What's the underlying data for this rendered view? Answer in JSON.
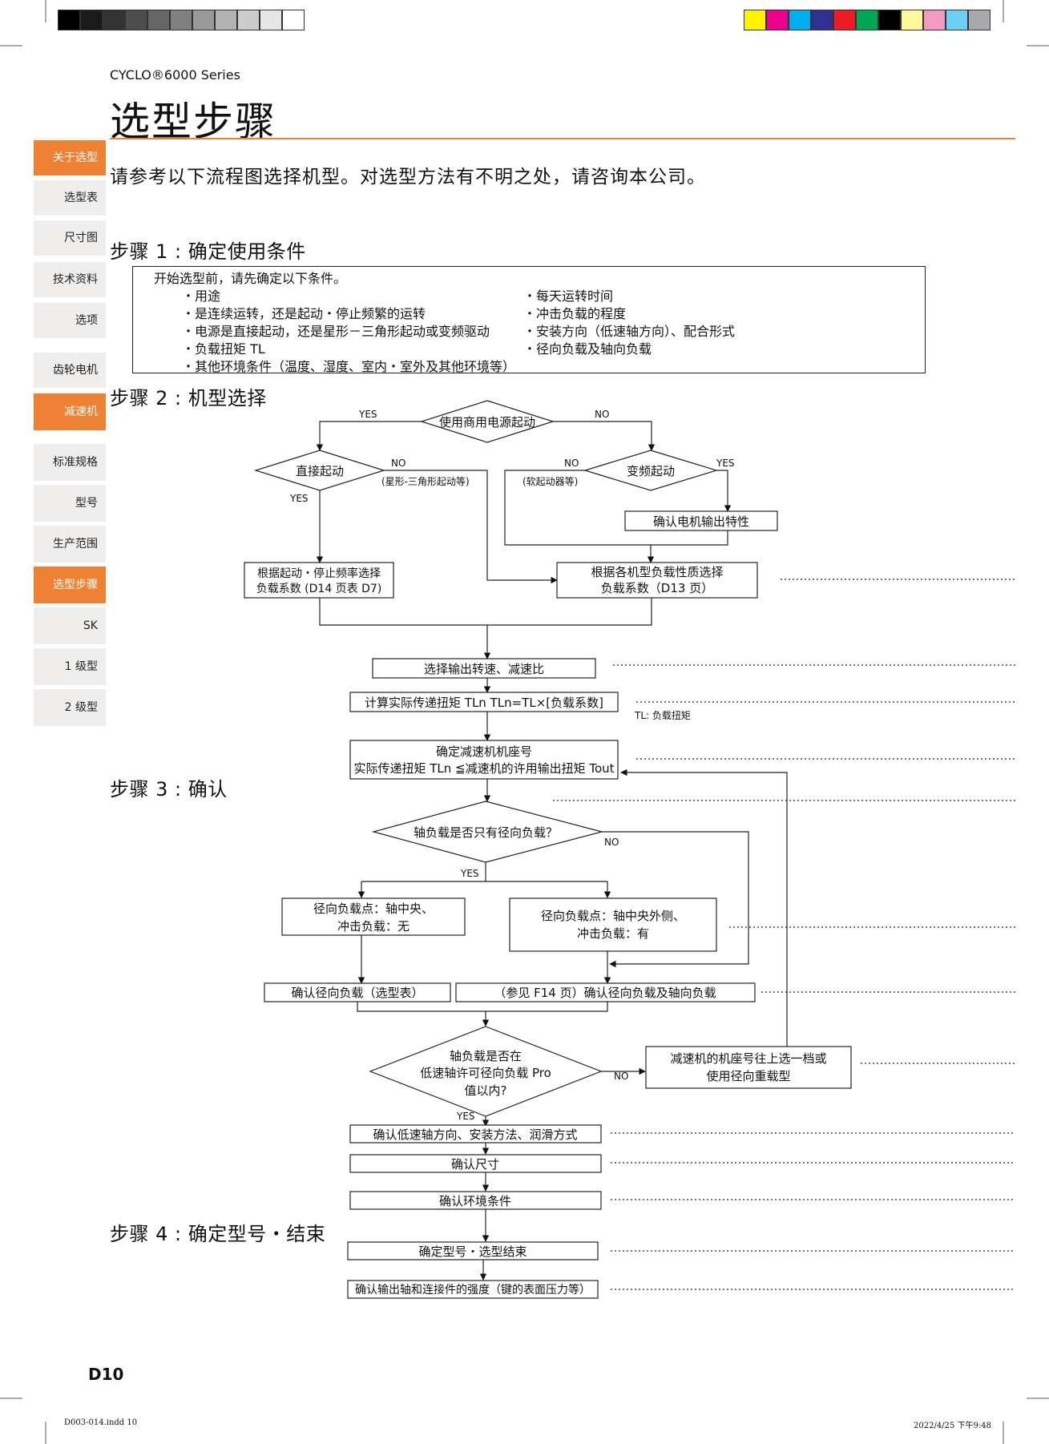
{
  "header": {
    "series": "CYCLO®6000 Series",
    "title": "选型步骤",
    "intro": "请参考以下流程图选择机型。对选型方法有不明之处，请咨询本公司。"
  },
  "sidebar": {
    "items": [
      {
        "label": "关于选型",
        "active": true
      },
      {
        "label": "选型表",
        "active": false
      },
      {
        "label": "尺寸图",
        "active": false
      },
      {
        "label": "技术资料",
        "active": false
      },
      {
        "label": "选项",
        "active": false
      },
      {
        "label": "齿轮电机",
        "active": false
      },
      {
        "label": "减速机",
        "active": true
      },
      {
        "label": "标准规格",
        "active": false
      },
      {
        "label": "型号",
        "active": false
      },
      {
        "label": "生产范围",
        "active": false
      },
      {
        "label": "选型步骤",
        "active": true
      },
      {
        "label": "SK",
        "active": false
      },
      {
        "label": "1 级型",
        "active": false
      },
      {
        "label": "2 级型",
        "active": false
      }
    ]
  },
  "steps": {
    "step1": "步骤 1 : 确定使用条件",
    "step2": "步骤 2 : 机型选择",
    "step3": "步骤 3 : 确认",
    "step4": "步骤 4 : 确定型号・结束"
  },
  "conditions": {
    "intro": "开始选型前，请先确定以下条件。",
    "left": [
      "・用途",
      "・是连续运转，还是起动・停止频繁的运转",
      "・电源是直接起动，还是星形－三角形起动或变频驱动",
      "・负载扭矩 TL",
      "・其他环境条件（温度、湿度、室内・室外及其他环境等）"
    ],
    "right": [
      "・每天运转时间",
      "・冲击负载的程度",
      "・安装方向（低速轴方向）、配合形式",
      "・径向负载及轴向负载"
    ]
  },
  "flow": {
    "yes": "YES",
    "no": "NO",
    "d_power": "使用商用电源起动",
    "d_direct": "直接起动",
    "d_inverter": "变频起动",
    "star_note": "(星形-三角形起动等)",
    "soft_note": "(软起动器等)",
    "motor_out": "确认电机输出特性",
    "factor_start_1": "根据起动・停止频率选择",
    "factor_start_2": "负载系数 (D14 页表 D7)",
    "factor_load_1": "根据各机型负载性质选择",
    "factor_load_2": "负载系数（D13 页）",
    "select_speed": "选择输出转速、减速比",
    "calc_torque": "计算实际传递扭矩 TLn    TLn=TL×[负载系数]",
    "tl_note": "TL: 负载扭矩",
    "frame_1": "确定减速机机座号",
    "frame_2": "实际传递扭矩 TLn ≦减速机的许用输出扭矩 Tout",
    "d_radial_only": "轴负载是否只有径向负载？",
    "radial_center_1": "径向负载点：轴中央、",
    "radial_center_2": "冲击负载：无",
    "radial_out_1": "径向负载点：轴中央外侧、",
    "radial_out_2": "冲击负载：有",
    "check_radial": "确认径向负载（选型表）",
    "check_radial_axial": "（参见 F14 页）确认径向负载及轴向负载",
    "d_within_1": "轴负载是否在",
    "d_within_2": "低速轴许可径向负载 Pro",
    "d_within_3": "值以内?",
    "upsize_1": "减速机的机座号往上选一档或",
    "upsize_2": "使用径向重载型",
    "check_mount": "确认低速轴方向、安装方法、润滑方式",
    "check_dim": "确认尺寸",
    "check_env": "确认环境条件",
    "finish": "确定型号・选型结束",
    "check_shaft": "确认输出轴和连接件的强度（键的表面压力等）"
  },
  "footer": {
    "page": "D10",
    "file": "D003-014.indd   10",
    "date": "2022/4/25   下午9:48"
  },
  "colors": {
    "accent": "#ee8133",
    "tab_bg": "#efeeed",
    "gray_bar": [
      "#000000",
      "#1a1a1a",
      "#333333",
      "#4d4d4d",
      "#666666",
      "#808080",
      "#999999",
      "#b3b3b3",
      "#cccccc",
      "#e6e6e6",
      "#ffffff"
    ],
    "color_bar": [
      "#fff200",
      "#ec008c",
      "#00aeef",
      "#2e3192",
      "#ed1c24",
      "#00a651",
      "#000000",
      "#fff799",
      "#f49ac1",
      "#6dcff6",
      "#a7a9ac"
    ]
  }
}
